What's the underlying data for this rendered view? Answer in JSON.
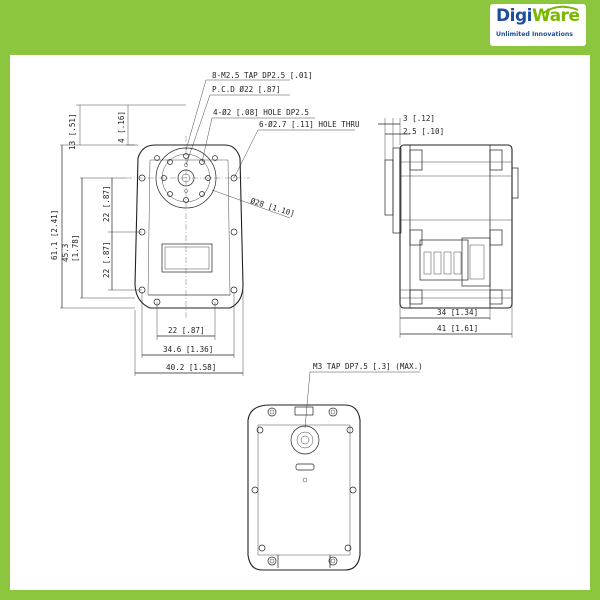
{
  "brand": {
    "name_part1": "Digi",
    "name_part2": "Ware",
    "tagline": "Unlimited Innovations",
    "colors": {
      "blue": "#1d4e9b",
      "green": "#7ab800",
      "frame": "#8cc63f"
    }
  },
  "front_view": {
    "note_tap": "8-M2.5 TAP DP2.5 [.01]",
    "note_pcd": "P.C.D  Ø22 [.87]",
    "note_hole": "4-Ø2 [.08] HOLE DP2.5",
    "note_thru": "6-Ø2.7 [.11] HOLE THRU",
    "note_dia": "Ø28 [1.10]",
    "dim_top_13": "13 [.51]",
    "dim_top_4": "4 [.16]",
    "dim_61": "61.1 [2.41]",
    "dim_45": "45.3",
    "dim_45b": "[1.78]",
    "dim_22a": "22 [.87]",
    "dim_22b": "22 [.87]",
    "dim_bottom_22": "22 [.87]",
    "dim_bottom_34": "34.6 [1.36]",
    "dim_bottom_40": "40.2 [1.58]"
  },
  "side_view": {
    "dim_3": "3 [.12]",
    "dim_2_5": "2.5 [.10]",
    "dim_34": "34 [1.34]",
    "dim_41": "41 [1.61]"
  },
  "rear_view": {
    "note_tap": "M3 TAP DP7.5 [.3] (MAX.)"
  }
}
